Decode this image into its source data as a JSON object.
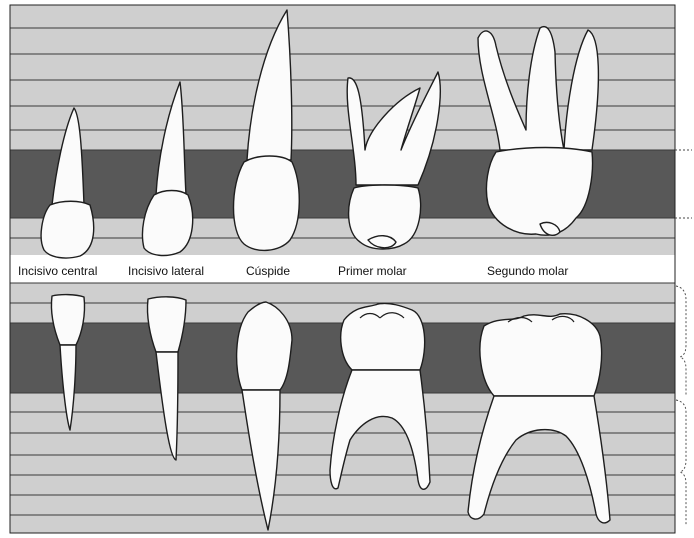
{
  "labels": {
    "central_incisor": "Incisivo central",
    "lateral_incisor": "Incisivo lateral",
    "canine": "Cúspide",
    "first_molar": "Primer molar",
    "second_molar": "Segundo molar"
  },
  "colors": {
    "light_band": "#cfcfcf",
    "dark_band": "#585858",
    "tooth_fill": "#fbfbfb",
    "outline": "#1e1e1e",
    "label_strip": "#ffffff"
  }
}
